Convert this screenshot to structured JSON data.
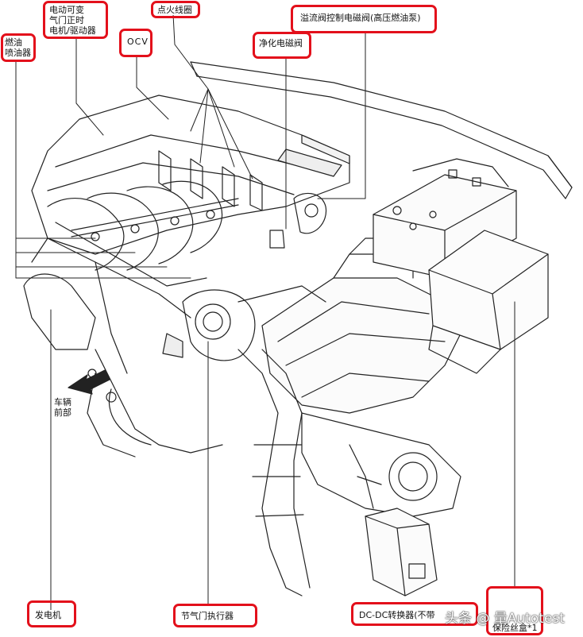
{
  "labels": {
    "vvt_motor": "电动可变\n气门正时\n电机/驱动器",
    "ignition_coil": "点火线圈",
    "spill_valve": "溢流阀控制电磁阀(高压燃油泵)",
    "fuel_injector": "燃油\n喷油器",
    "ocv": "OCV",
    "purge_vsv": "净化电磁阀",
    "vehicle_front": "车辆\n前部",
    "generator": "发电机",
    "throttle_actuator": "节气门执行器",
    "dcdc_converter": "DC-DC转换器(不带",
    "fuse_box": "保险丝盒*1"
  },
  "watermark": "头条 @ 量Autotest",
  "colors": {
    "highlight": "#e3101b",
    "line": "#222222"
  }
}
